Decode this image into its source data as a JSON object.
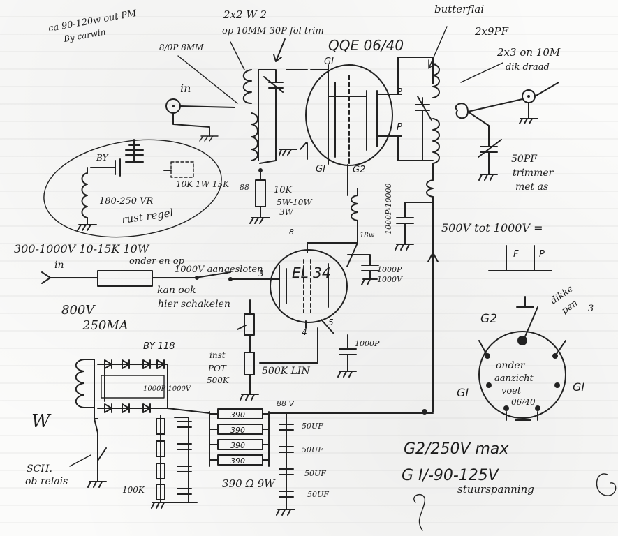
{
  "notes": {
    "top_left_1": "ca 90-120w out PM",
    "top_left_2": "By carwin",
    "in_coil_1": "2x2 W 2",
    "in_coil_2": "op 10MM 30P fol trim",
    "tube": "QQE 06/40",
    "butterfly_1": "butterflai",
    "butterfly_2": "2x9PF",
    "out_coil_1": "2x3 on 10M",
    "out_coil_2": "dik draad",
    "trimmer_cap": "50PF",
    "trimmer_1": "trimmer",
    "trimmer_2": "met as",
    "small_coil": "8/0P 8MM",
    "in_label": "in",
    "bias_label": "BY",
    "vr_label": "180-250 VR",
    "bias_res": "10K 1W 15K",
    "bias_adjust": "rust regel",
    "r_10k": "10K",
    "r_5w": "5W-10W",
    "r_3w": "3W",
    "c_1000p_10000": "1000P-10000",
    "hv_label": "500V tot 1000V =",
    "hv_input": "300-1000V 10-15K 10W",
    "hv_in": "in",
    "switch_1": "onder en op",
    "switch_2": "1000V aangesloten",
    "switch_3": "kan ook",
    "switch_4": "hier schakelen",
    "el34": "EL 34",
    "pin3": "3",
    "pin4": "4",
    "pin5": "5",
    "pin8": "8",
    "c_1000p": "1000P",
    "c_1000v": "1000V",
    "c_1000p_b": "1000P",
    "pot_1": "inst",
    "pot_2": "POT",
    "pot_3": "500K",
    "pot_lin": "500K LIN",
    "trafo_1": "800V",
    "trafo_2": "250MA",
    "by_diodes": "BY 118",
    "c_1000v_small": "1000P 1000V",
    "r_100k": "100K",
    "r_390": "390",
    "r_390_power": "390 Ω 9W",
    "caps_50uf": "50UF",
    "node_v": "V",
    "relay_1": "SCH.",
    "relay_2": "ob relais",
    "w_mark": "W",
    "g2_label": "G2",
    "p_label": "P",
    "f_label": "F",
    "thick_pin_1": "dikke",
    "thick_pin_2": "pen",
    "thick_pin_3": "3",
    "gi_left": "GI",
    "gi_right": "GI",
    "socket_1": "onder",
    "socket_2": "aanzicht",
    "socket_3": "voet",
    "socket_4": "06/40",
    "g2_spec": "G2/250V max",
    "g1_spec": "G I/-90-125V",
    "g1_spec_2": "stuurspanning",
    "tube_gi_left": "GI",
    "tube_gi_top": "GI",
    "tube_g2": "G2",
    "tube_p": "P",
    "tube_p2": "P"
  }
}
